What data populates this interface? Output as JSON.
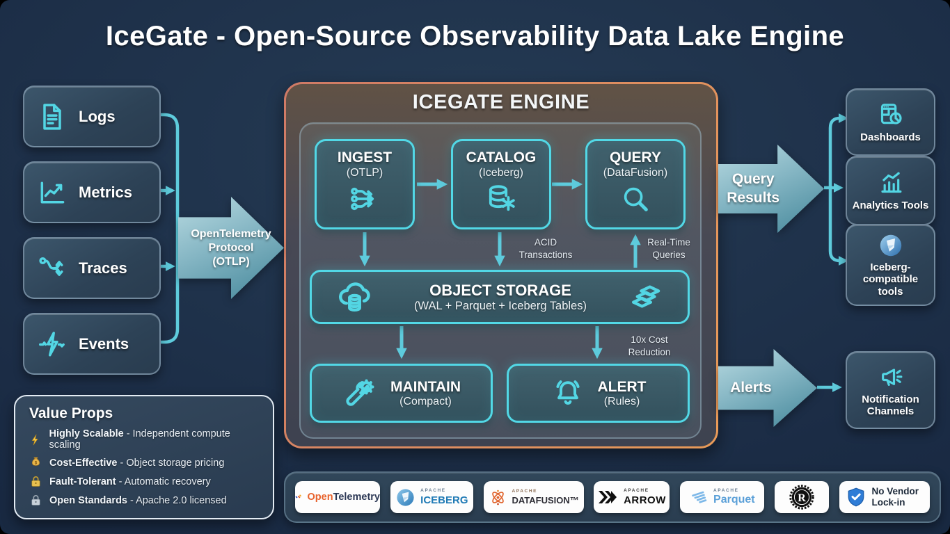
{
  "title": "IceGate - Open-Source Observability Data Lake Engine",
  "sources": [
    {
      "label": "Logs",
      "icon": "document-icon"
    },
    {
      "label": "Metrics",
      "icon": "line-chart-icon"
    },
    {
      "label": "Traces",
      "icon": "branch-arrows-icon"
    },
    {
      "label": "Events",
      "icon": "pulse-bolt-icon"
    }
  ],
  "otlp_arrow": {
    "line1": "OpenTelemetry",
    "line2": "Protocol",
    "line3": "(OTLP)"
  },
  "engine": {
    "title": "ICEGATE ENGINE",
    "ingest": {
      "title": "INGEST",
      "subtitle": "(OTLP)",
      "icon": "circuit-icon"
    },
    "catalog": {
      "title": "CATALOG",
      "subtitle": "(Iceberg)",
      "icon": "database-snowflake-icon"
    },
    "query": {
      "title": "QUERY",
      "subtitle": "(DataFusion)",
      "icon": "magnifier-icon"
    },
    "storage": {
      "title": "OBJECT STORAGE",
      "subtitle": "(WAL + Parquet + Iceberg Tables)",
      "icon_left": "cloud-database-icon",
      "icon_right": "stacked-layers-icon"
    },
    "maintain": {
      "title": "MAINTAIN",
      "subtitle": "(Compact)",
      "icon": "wrench-gear-icon"
    },
    "alert": {
      "title": "ALERT",
      "subtitle": "(Rules)",
      "icon": "bell-icon"
    },
    "labels": {
      "acid": "ACID Transactions",
      "realtime": "Real-Time Queries",
      "cost": "10x Cost Reduction"
    }
  },
  "outputs": {
    "query_results": "Query Results",
    "alerts": "Alerts",
    "dashboards": "Dashboards",
    "analytics": "Analytics Tools",
    "iceberg_tools": "Iceberg-compatible tools",
    "notification": "Notification Channels"
  },
  "value_props": {
    "title": "Value Props",
    "items": [
      {
        "icon": "lightning-icon",
        "bold": "Highly Scalable",
        "rest": "- Independent compute scaling"
      },
      {
        "icon": "money-bag-icon",
        "bold": "Cost-Effective",
        "rest": "- Object storage pricing"
      },
      {
        "icon": "gold-lock-icon",
        "bold": "Fault-Tolerant",
        "rest": "- Automatic recovery"
      },
      {
        "icon": "silver-lock-icon",
        "bold": "Open Standards",
        "rest": "- Apache 2.0 licensed"
      }
    ]
  },
  "logos": {
    "opentelemetry": {
      "part1": "Open",
      "part2": "Telemetry"
    },
    "iceberg": {
      "small": "APACHE",
      "big": "ICEBERG"
    },
    "datafusion": {
      "small": "APACHE",
      "big": "DATAFUSION™"
    },
    "arrow": {
      "small": "APACHE",
      "big": "ARROW"
    },
    "parquet": {
      "small": "APACHE",
      "big": "Parquet"
    },
    "rust": {
      "letter": "R"
    },
    "no_vendor": {
      "label": "No Vendor Lock-in"
    }
  },
  "colors": {
    "background": "#1b2c45",
    "accent_cyan": "#52d8e6",
    "engine_border": "#e0905e",
    "wire": "#5ecbdc",
    "arrow_gradient_light": "#b8dae1",
    "arrow_gradient_dark": "#44879a",
    "pill_background": "#fdfdfd",
    "value_props_border": "#e4ecf4"
  }
}
